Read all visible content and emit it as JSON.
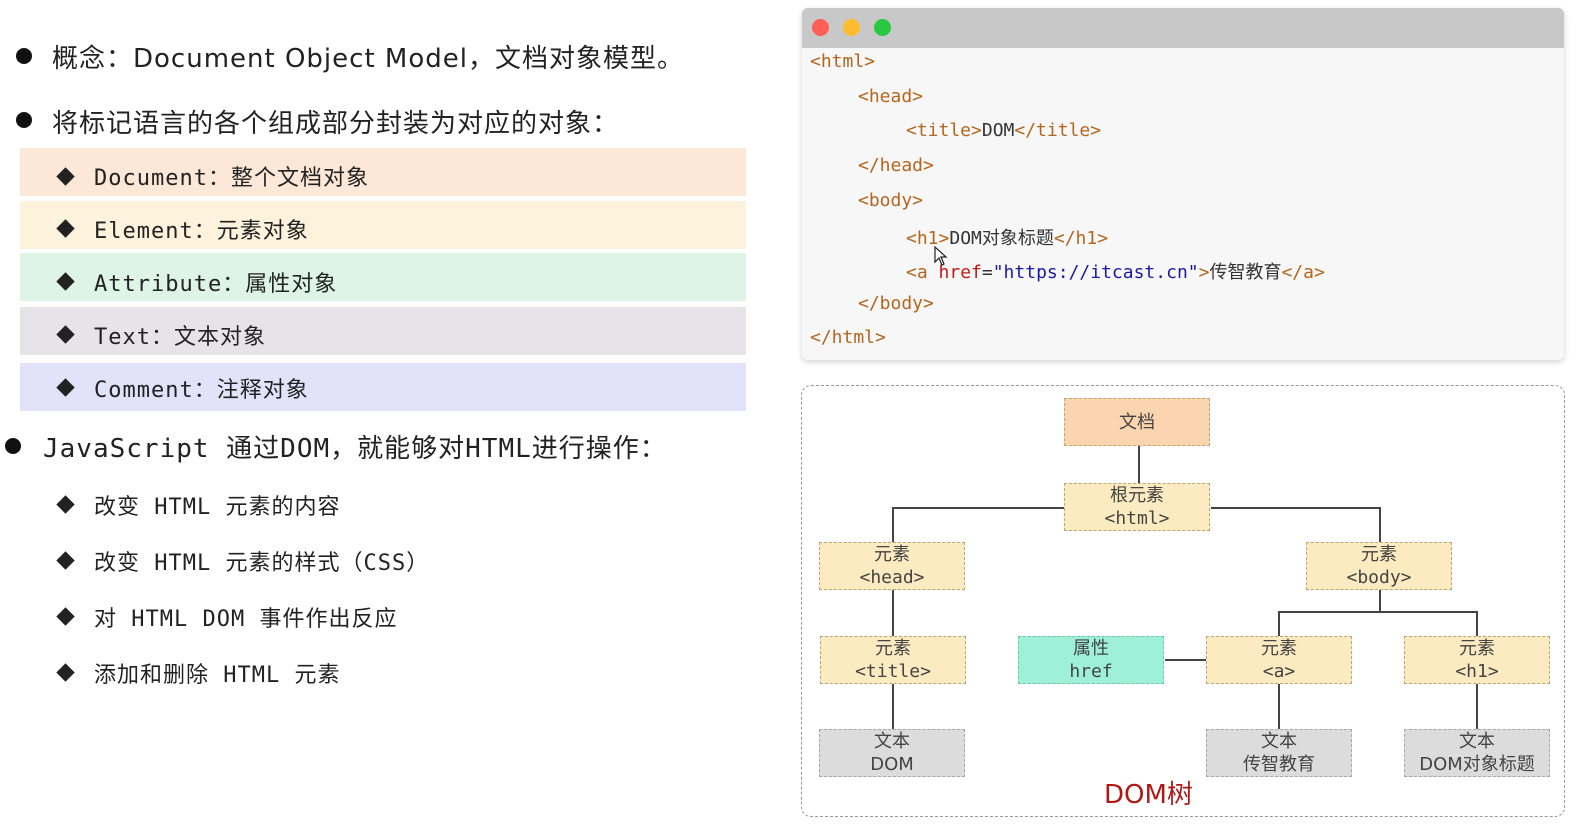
{
  "left": {
    "concept": "概念：Document Object Model，文档对象模型。",
    "wrap": "将标记语言的各个组成部分封装为对应的对象：",
    "objects": [
      {
        "label": "Document：整个文档对象",
        "bg": "#fde8d8"
      },
      {
        "label": "Element：元素对象",
        "bg": "#fdf3dc"
      },
      {
        "label": "Attribute：属性对象",
        "bg": "#def4e6"
      },
      {
        "label": "Text：文本对象",
        "bg": "#e6e4e8"
      },
      {
        "label": "Comment：注释对象",
        "bg": "#e2e3fb"
      }
    ],
    "js": "JavaScript 通过DOM，就能够对HTML进行操作：",
    "ops": [
      "改变 HTML 元素的内容",
      "改变 HTML 元素的样式（CSS）",
      "对 HTML DOM 事件作出反应",
      "添加和删除 HTML 元素"
    ]
  },
  "code": {
    "lines": [
      {
        "tag": "<html>"
      },
      {
        "tag": "<head>"
      },
      {
        "open": "<title>",
        "text": "DOM",
        "close": "</title>"
      },
      {
        "tag": "</head>"
      },
      {
        "tag": "<body>"
      },
      {
        "open": "<h1>",
        "text": "DOM对象标题",
        "close": "</h1>"
      },
      {
        "open": "<a ",
        "attr": "href",
        "eq": "=",
        "val": "\"https://itcast.cn\"",
        "gt": ">",
        "text": "传智教育",
        "close": "</a>"
      },
      {
        "tag": "</body>"
      },
      {
        "tag": "</html>"
      }
    ],
    "colors": {
      "red": "#ff5f57",
      "yellow": "#febc2e",
      "green": "#28c840"
    }
  },
  "tree": {
    "doc": "文档",
    "root": [
      "根元素",
      "<html>"
    ],
    "head": [
      "元素",
      "<head>"
    ],
    "body": [
      "元素",
      "<body>"
    ],
    "title": [
      "元素",
      "<title>"
    ],
    "attr": [
      "属性",
      "href"
    ],
    "a": [
      "元素",
      "<a>"
    ],
    "h1": [
      "元素",
      "<h1>"
    ],
    "text_dom": [
      "文本",
      "DOM"
    ],
    "text_a": [
      "文本",
      "传智教育"
    ],
    "text_h1": [
      "文本",
      "DOM对象标题"
    ],
    "caption": "DOM树"
  }
}
